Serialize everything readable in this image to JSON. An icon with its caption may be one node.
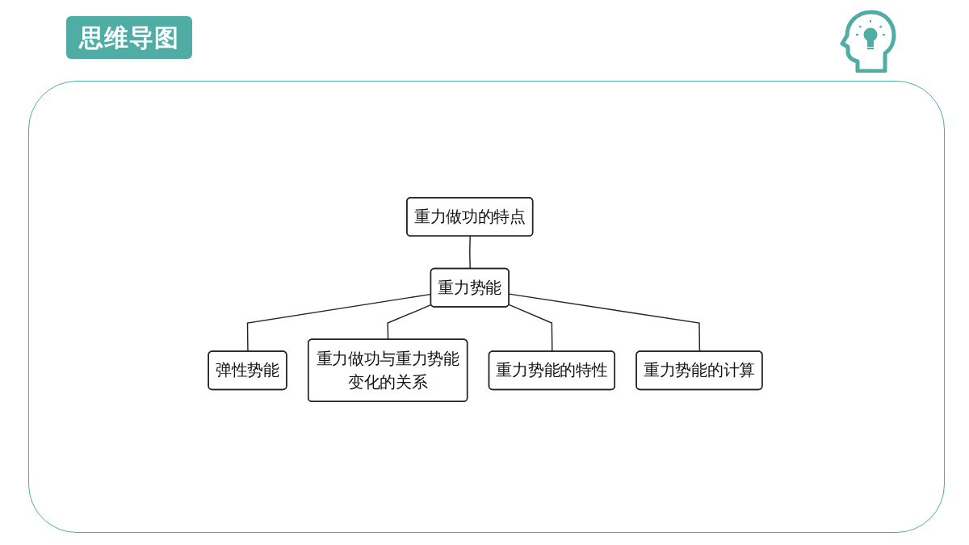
{
  "diagram": {
    "title": "思维导图",
    "nodes": [
      {
        "text": [
          "重力做功的特点"
        ]
      },
      {
        "text": [
          "重力势能"
        ]
      },
      {
        "text": [
          "弹性势能"
        ]
      },
      {
        "text": [
          "重力做功与重力势能变化的关系"
        ]
      },
      {
        "text": [
          "重力势能的特性"
        ]
      },
      {
        "text": [
          "重力势能的计算"
        ]
      }
    ],
    "edges": [
      {
        "from": 0,
        "to": 1,
        "arrow": "none"
      },
      {
        "from": 1,
        "to": 2,
        "arrow": "none"
      },
      {
        "from": 1,
        "to": 3,
        "arrow": "none"
      },
      {
        "from": 1,
        "to": 4,
        "arrow": "none"
      },
      {
        "from": 1,
        "to": 5,
        "arrow": "none"
      }
    ]
  }
}
